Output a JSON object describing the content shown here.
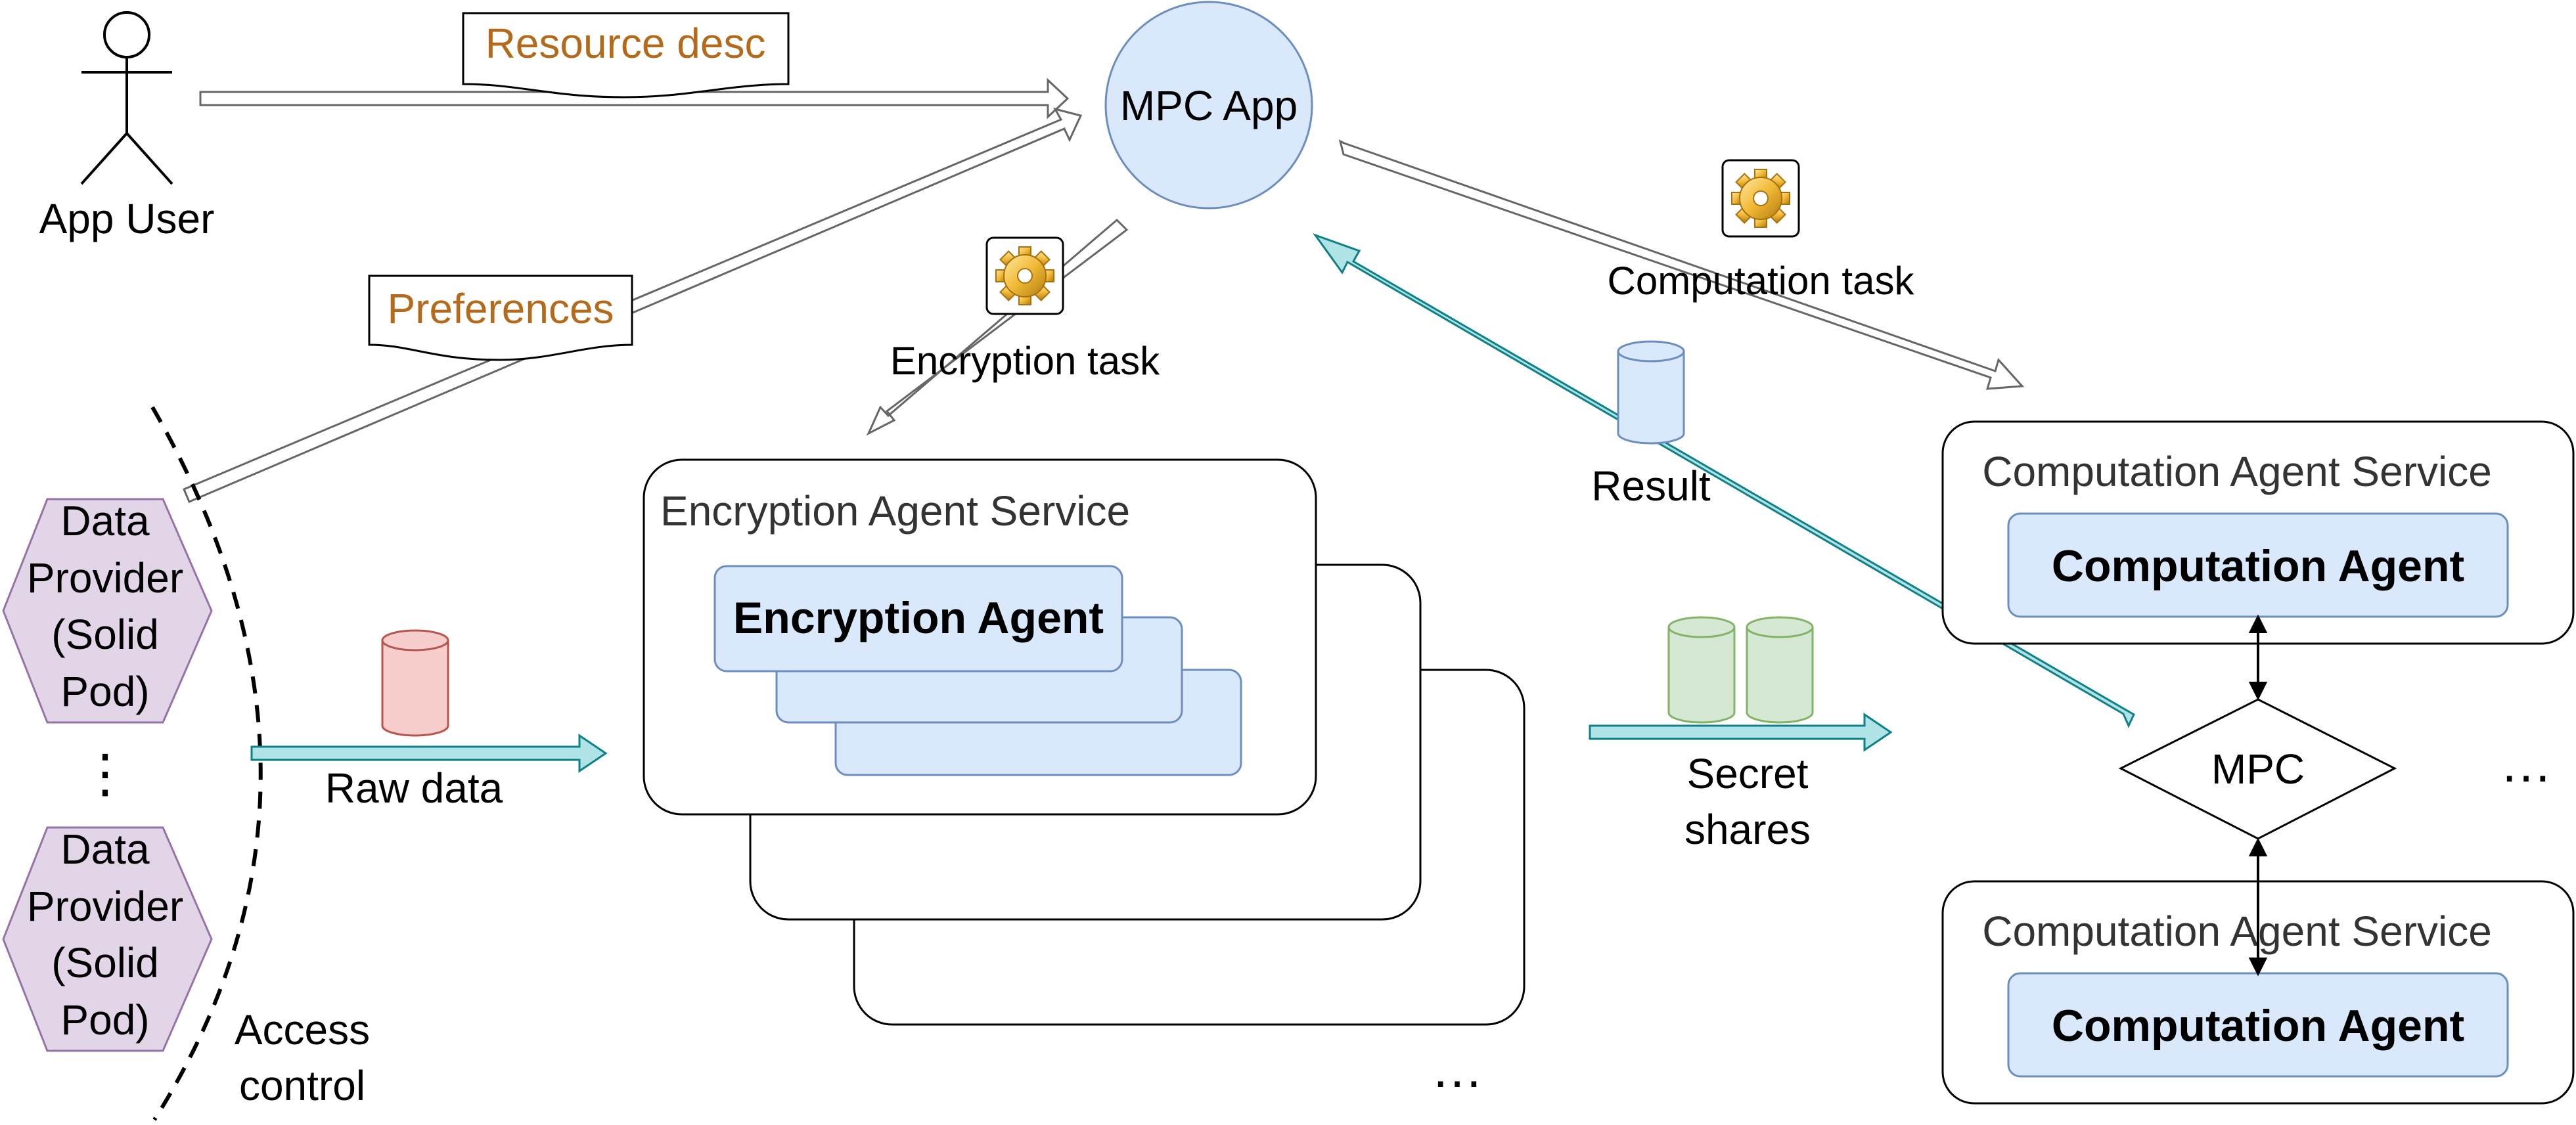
{
  "actors": {
    "app_user": "App User"
  },
  "documents": {
    "resource_desc": "Resource desc",
    "preferences": "Preferences"
  },
  "app": {
    "label": "MPC App"
  },
  "tasks": {
    "encryption": "Encryption task",
    "computation": "Computation task"
  },
  "providers": {
    "line1": "Data",
    "line2": "Provider",
    "line3": "(Solid",
    "line4": "Pod)",
    "vdots": "⋮"
  },
  "access_control": {
    "line1": "Access",
    "line2": "control"
  },
  "flows": {
    "raw_data": "Raw data",
    "result": "Result",
    "secret_shares_line1": "Secret",
    "secret_shares_line2": "shares"
  },
  "encryption_service": {
    "title": "Encryption Agent Service",
    "agent": "Encryption Agent",
    "more": "…"
  },
  "computation_services": [
    {
      "title": "Computation Agent Service",
      "agent": "Computation Agent"
    },
    {
      "title": "Computation Agent Service",
      "agent": "Computation Agent"
    }
  ],
  "mpc": {
    "label": "MPC",
    "more": "…"
  },
  "colors": {
    "blue_fill": "#dae8fc",
    "blue_stroke": "#6c8ebf",
    "purple_fill": "#e1d5e7",
    "purple_stroke": "#9673a6",
    "red_fill": "#f8cecc",
    "red_stroke": "#b85450",
    "green_fill": "#d5e8d4",
    "green_stroke": "#82b366",
    "teal_arrow": "#b0e3e6",
    "teal_stroke": "#0e8088",
    "doc_text": "#b46a1b"
  },
  "icons": [
    "stick-figure-icon",
    "gear-icon",
    "database-cylinder-icon",
    "document-icon"
  ]
}
